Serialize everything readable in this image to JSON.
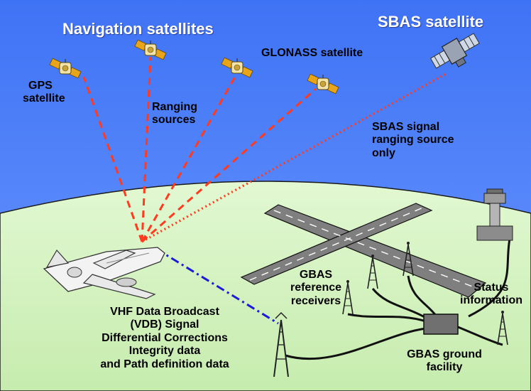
{
  "labels": {
    "navigation_satellites": "Navigation satellites",
    "sbas_satellite": "SBAS satellite",
    "gps_satellite_l1": "GPS",
    "gps_satellite_l2": "satellite",
    "glonass_satellite": "GLONASS satellite",
    "ranging_l1": "Ranging",
    "ranging_l2": "sources",
    "sbas_signal_l1": "SBAS signal",
    "sbas_signal_l2": "ranging source",
    "sbas_signal_l3": "only",
    "gbas_ref_l1": "GBAS",
    "gbas_ref_l2": "reference",
    "gbas_ref_l3": "receivers",
    "status_l1": "Status",
    "status_l2": "information",
    "vdb_l1": "VHF Data Broadcast",
    "vdb_l2": "(VDB) Signal",
    "vdb_l3": "Differential Corrections",
    "vdb_l4": "Integrity data",
    "vdb_l5": "and Path definition data",
    "ground_l1": "GBAS ground",
    "ground_l2": "facility"
  },
  "colors": {
    "sky": "#4d80ff",
    "ground": "#d6f5c2",
    "ranging_line": "#ff3b1f",
    "vdb_line": "#1c1cd6",
    "runway": "#7f7f7f",
    "facility": "#707070"
  },
  "icons": [
    "satellite-icon",
    "aircraft-icon",
    "antenna-icon",
    "control-tower-icon",
    "ground-facility-icon"
  ]
}
